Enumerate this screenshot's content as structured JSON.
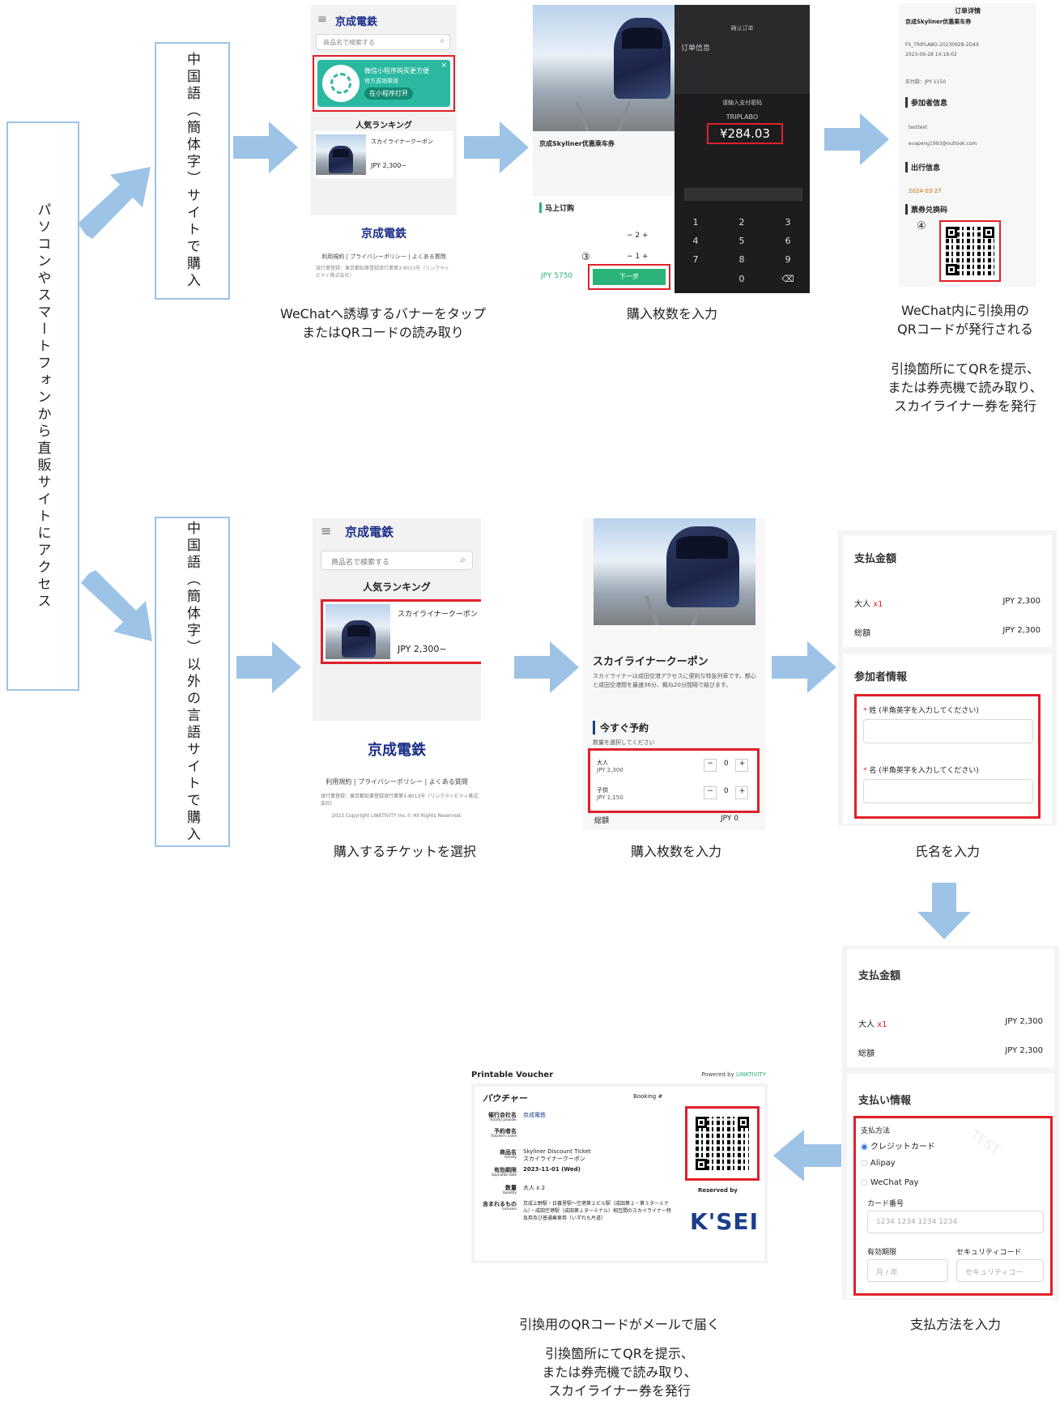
{
  "left_box": {
    "label": "パソコンやスマートフォンから直販サイトにアクセス"
  },
  "top_box": {
    "label": "中国語（簡体字）サイトで購入"
  },
  "bottom_box": {
    "label": "中国語（簡体字）以外の言語サイトで購入"
  },
  "captions": {
    "top1": "WeChatへ誘導するバナーをタップ\nまたはQRコードの読み取り",
    "top2": "購入枚数を入力",
    "top3a": "WeChat内に引換用の\nQRコードが発行される",
    "top3b": "引換箇所にてQRを提示、\nまたは券売機で読み取り、\nスカイライナー券を発行",
    "mid1": "購入するチケットを選択",
    "mid2": "購入枚数を入力",
    "mid3": "氏名を入力",
    "bot_pay": "支払方法を入力",
    "bot_mail": "引換用のQRコードがメールで届く",
    "bot_mail2": "引換箇所にてQRを提示、\nまたは券売機で読み取り、\nスカイライナー券を発行"
  },
  "colors": {
    "arrow": "#9dc3e6",
    "red": "#e0202a",
    "green": "#2bb37a"
  },
  "s1": {
    "logo": "京成電鉄",
    "search_placeholder": "商品名で検索する",
    "banner_title": "微信小程序购买更方便",
    "banner_sub": "官方直销渠道",
    "banner_btn": "在小程序打开",
    "ranking": "人気ランキング",
    "item": "スカイライナークーポン",
    "price": "JPY 2,300~",
    "footer_links": "利用規約 | プライバシーポリシー | よくある質問",
    "footer_note": "旅行業登録：東京都知事登録旅行業第3-8013号（リンクティビティ株式会社）"
  },
  "s2": {
    "title": "京成Skyliner优惠乘车券",
    "section": "马上订购",
    "price": "JPY 5750",
    "btn": "下一步",
    "mark": "③",
    "pay_title": "请输入支付密码",
    "merchant": "TRIPLABO",
    "amount": "¥284.03",
    "keys": [
      "1",
      "2",
      "3",
      "4",
      "5",
      "6",
      "7",
      "8",
      "9",
      "",
      "0",
      "⌫"
    ],
    "order_header": "订单信息",
    "confirm": "确认订单"
  },
  "s3": {
    "header": "订单详情",
    "product": "京成Skyliner优惠乘车券",
    "participant": "参加者信息",
    "email": "evapeng1993@outlook.com",
    "travel": "出行信息",
    "date": "2024-03-27",
    "voucher": "票券兑换码",
    "mark": "④",
    "order_no": "FS_TRIPLABO-20230928-2D4X",
    "created": "2023-09-28 14:18:02",
    "paid": "实付款：JPY 1150",
    "name": "testtest"
  },
  "s4": {
    "logo": "京成電鉄",
    "search_placeholder": "商品名で検索する",
    "ranking": "人気ランキング",
    "item": "スカイライナークーポン",
    "price": "JPY 2,300~",
    "footer_links": "利用規約 | プライバシーポリシー | よくある質問",
    "footer_note": "旅行業登録：東京都知事登録旅行業第3-8013号（リンクティビティ株式会社）",
    "copyright": "2023 Copyright LINKTIVITY Inc.© All Rights Reserved."
  },
  "s5": {
    "title": "スカイライナークーポン",
    "desc": "スカイライナーは成田空港アクセスに便利な特急列車です。都心と成田空港間を最速36分、概ね20分間隔で結びます。",
    "section": "今すぐ予約",
    "hint": "数量を選択してください",
    "rows": [
      {
        "label": "大人",
        "price": "JPY 2,300",
        "qty": "0"
      },
      {
        "label": "子供",
        "price": "JPY 1,150",
        "qty": "0"
      }
    ],
    "total_label": "総額",
    "total": "JPY 0"
  },
  "s6": {
    "pay_title": "支払金額",
    "adult": "大人",
    "adult_qty": "x1",
    "adult_price": "JPY 2,300",
    "total_label": "総額",
    "total": "JPY 2,300",
    "participant": "参加者情報",
    "last": "姓 (半角英字を入力してください)",
    "first": "名 (半角英字を入力してください)"
  },
  "s7": {
    "pay_title": "支払金額",
    "adult": "大人",
    "adult_qty": "x1",
    "adult_price": "JPY 2,300",
    "total_label": "総額",
    "total": "JPY 2,300",
    "method_title": "支払い情報",
    "method_label": "支払方法",
    "methods": [
      "クレジットカード",
      "Alipay",
      "WeChat Pay"
    ],
    "card_label": "カード番号",
    "card_ph": "1234 1234 1234 1234",
    "exp_label": "有効期限",
    "exp_ph": "月 / 年",
    "cvc_label": "セキュリティコード",
    "cvc_ph": "セキュリティコー",
    "watermark": "TEST"
  },
  "s8": {
    "title": "Printable Voucher",
    "powered": "Powered by",
    "brand": "LINKTIVITY",
    "voucher": "バウチャー",
    "booking": "Booking #",
    "fields": [
      {
        "jp": "催行会社名",
        "en": "Activity provider",
        "val": "京成電鉄"
      },
      {
        "jp": "予約者名",
        "en": "Traveler's name",
        "val": ""
      },
      {
        "jp": "商品名",
        "en": "Activity",
        "val": "Skyliner Discount Ticket\nスカイライナークーポン"
      },
      {
        "jp": "有効期限",
        "en": "Expiration date",
        "val": "2023-11-01 (Wed)"
      },
      {
        "jp": "数量",
        "en": "Quantity",
        "val": "大人 x 2"
      },
      {
        "jp": "含まれるもの",
        "en": "Inclusion",
        "val": "京成上野駅・日暮里駅〜空港第２ビル駅（成田第２・第３ターミナル）・成田空港駅（成田第１ターミナル）相互間のスカイライナー特急券及び普通乗車券（いずれも片道）"
      }
    ],
    "reserved": "Reserved by",
    "logo": "K'SEI"
  }
}
